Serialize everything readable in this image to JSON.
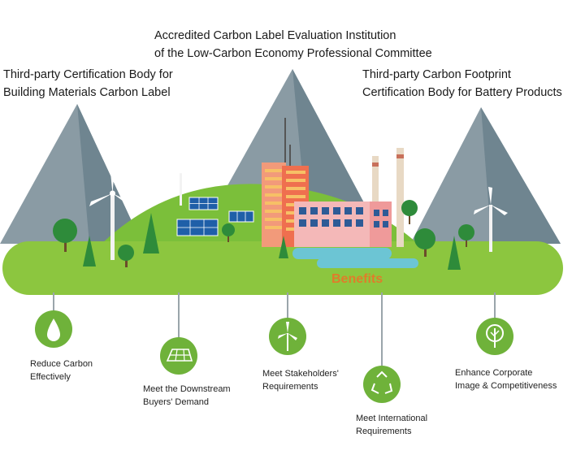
{
  "headings": {
    "center": {
      "line1": "Accredited Carbon Label Evaluation Institution",
      "line2": "of the Low-Carbon Economy Professional Committee"
    },
    "left": {
      "line1": "Third-party Certification Body for",
      "line2": "Building Materials Carbon Label"
    },
    "right": {
      "line1": "Third-party Carbon Footprint",
      "line2": "Certification Body for Battery Products"
    }
  },
  "benefits_title": "Benefits",
  "benefits": [
    {
      "line1": "Reduce Carbon",
      "line2": "Effectively",
      "icon": "droplet-icon"
    },
    {
      "line1": "Meet the Downstream",
      "line2": "Buyers' Demand",
      "icon": "solar-panel-icon"
    },
    {
      "line1": "Meet Stakeholders'",
      "line2": "Requirements",
      "icon": "wind-turbine-icon"
    },
    {
      "line1": "Meet International",
      "line2": "Requirements",
      "icon": "recycle-icon"
    },
    {
      "line1": "Enhance Corporate",
      "line2": "Image & Competitiveness",
      "icon": "tree-icon"
    }
  ],
  "colors": {
    "ground": "#8cc63f",
    "hill": "#7bbf3a",
    "mountain": "#8a9ba4",
    "mountain_shadow": "#6f8590",
    "icon_circle": "#6fb23a",
    "connector": "#9aa5ab",
    "benefits_text": "#e07c2a",
    "water": "#6cc5d4"
  }
}
